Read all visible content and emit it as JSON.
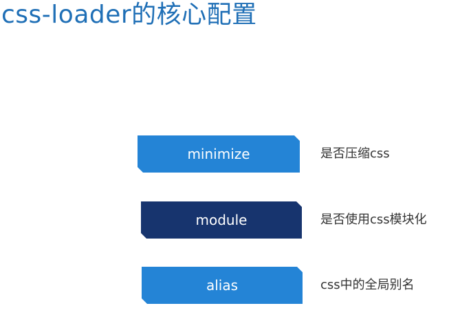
{
  "slide": {
    "title": "css-loader的核心配置"
  },
  "options": [
    {
      "name": "minimize",
      "description": "是否压缩css",
      "color": "#2484d6"
    },
    {
      "name": "module",
      "description": "是否使用css模块化",
      "color": "#17346e"
    },
    {
      "name": "alias",
      "description": "css中的全局别名",
      "color": "#2484d6"
    }
  ]
}
